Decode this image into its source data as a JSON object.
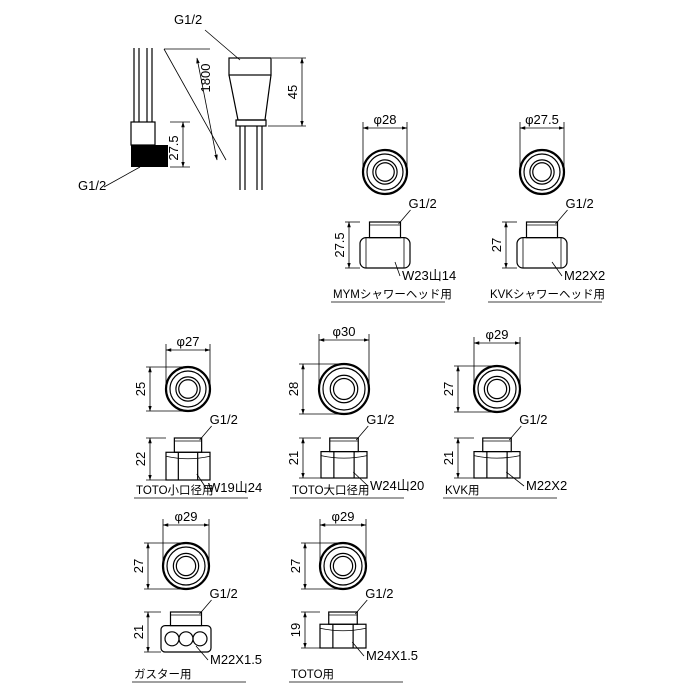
{
  "hose": {
    "label_top": "G1/2",
    "label_bottom": "G1/2",
    "dim_length": "1800",
    "dim_head": "45",
    "dim_tail": "27.5"
  },
  "adapters": [
    {
      "id": "mym",
      "diameter": "φ28",
      "height": "27.5",
      "thread": "G1/2",
      "connection": "W23山14",
      "caption": "MYMシャワーヘッド用"
    },
    {
      "id": "kvk-shower",
      "diameter": "φ27.5",
      "height": "27",
      "thread": "G1/2",
      "connection": "M22X2",
      "caption": "KVKシャワーヘッド用"
    },
    {
      "id": "toto-small",
      "diameter": "φ27",
      "top_height": "25",
      "height": "22",
      "thread": "G1/2",
      "connection": "W19山24",
      "caption": "TOTO小口径用"
    },
    {
      "id": "toto-large",
      "diameter": "φ30",
      "top_height": "28",
      "height": "21",
      "thread": "G1/2",
      "connection": "W24山20",
      "caption": "TOTO大口径用"
    },
    {
      "id": "kvk",
      "diameter": "φ29",
      "top_height": "27",
      "height": "21",
      "thread": "G1/2",
      "connection": "M22X2",
      "caption": "KVK用"
    },
    {
      "id": "gaster",
      "diameter": "φ29",
      "top_height": "27",
      "height": "21",
      "thread": "G1/2",
      "connection": "M22X1.5",
      "caption": "ガスター用"
    },
    {
      "id": "toto",
      "diameter": "φ29",
      "top_height": "27",
      "height": "19",
      "thread": "G1/2",
      "connection": "M24X1.5",
      "caption": "TOTO用"
    }
  ]
}
